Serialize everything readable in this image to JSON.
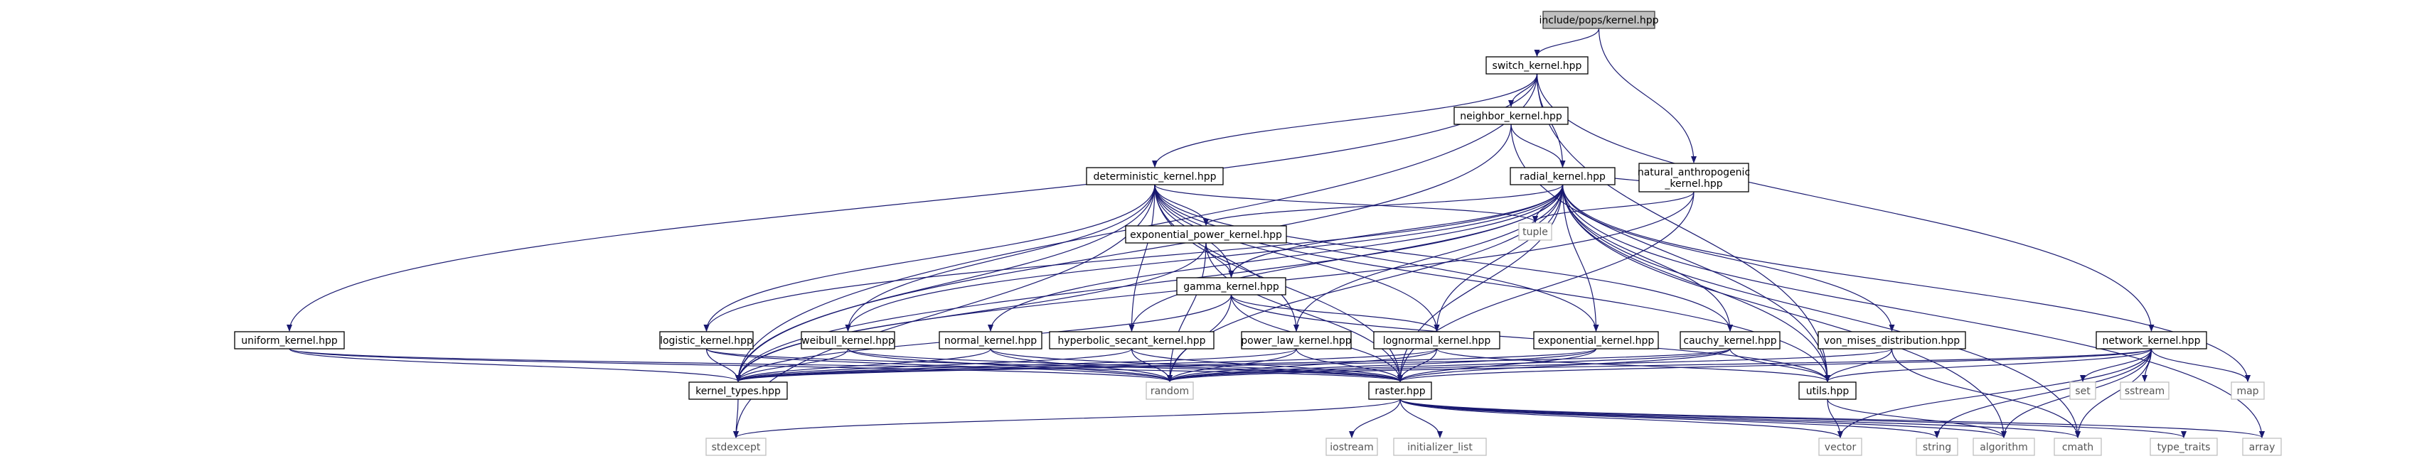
{
  "colors": {
    "edge": "#191970",
    "root_fill": "#bfbfbf",
    "node_border": "#000000",
    "system_header_border": "#bfbfbf"
  },
  "nodes": [
    {
      "id": "root",
      "label": "include/pops/kernel.hpp",
      "kind": "root"
    },
    {
      "id": "switch",
      "label": "switch_kernel.hpp",
      "kind": "local"
    },
    {
      "id": "neighbor",
      "label": "neighbor_kernel.hpp",
      "kind": "local"
    },
    {
      "id": "natural",
      "label": "natural_anthropogenic\n_kernel.hpp",
      "kind": "local"
    },
    {
      "id": "deterministic",
      "label": "deterministic_kernel.hpp",
      "kind": "local"
    },
    {
      "id": "radial",
      "label": "radial_kernel.hpp",
      "kind": "local"
    },
    {
      "id": "exppower",
      "label": "exponential_power_kernel.hpp",
      "kind": "local"
    },
    {
      "id": "gamma",
      "label": "gamma_kernel.hpp",
      "kind": "local"
    },
    {
      "id": "uniform",
      "label": "uniform_kernel.hpp",
      "kind": "local"
    },
    {
      "id": "logistic",
      "label": "logistic_kernel.hpp",
      "kind": "local"
    },
    {
      "id": "weibull",
      "label": "weibull_kernel.hpp",
      "kind": "local"
    },
    {
      "id": "normal",
      "label": "normal_kernel.hpp",
      "kind": "local"
    },
    {
      "id": "hypsec",
      "label": "hyperbolic_secant_kernel.hpp",
      "kind": "local"
    },
    {
      "id": "powerlaw",
      "label": "power_law_kernel.hpp",
      "kind": "local"
    },
    {
      "id": "lognormal",
      "label": "lognormal_kernel.hpp",
      "kind": "local"
    },
    {
      "id": "exponential",
      "label": "exponential_kernel.hpp",
      "kind": "local"
    },
    {
      "id": "cauchy",
      "label": "cauchy_kernel.hpp",
      "kind": "local"
    },
    {
      "id": "vonmises",
      "label": "von_mises_distribution.hpp",
      "kind": "local"
    },
    {
      "id": "network",
      "label": "network_kernel.hpp",
      "kind": "local"
    },
    {
      "id": "kerneltypes",
      "label": "kernel_types.hpp",
      "kind": "local"
    },
    {
      "id": "raster",
      "label": "raster.hpp",
      "kind": "local"
    },
    {
      "id": "utils",
      "label": "utils.hpp",
      "kind": "local"
    },
    {
      "id": "tuple",
      "label": "tuple",
      "kind": "system"
    },
    {
      "id": "random",
      "label": "random",
      "kind": "system"
    },
    {
      "id": "set",
      "label": "set",
      "kind": "system"
    },
    {
      "id": "sstream",
      "label": "sstream",
      "kind": "system"
    },
    {
      "id": "map",
      "label": "map",
      "kind": "system"
    },
    {
      "id": "stdexcept",
      "label": "stdexcept",
      "kind": "system"
    },
    {
      "id": "iostream",
      "label": "iostream",
      "kind": "system"
    },
    {
      "id": "initlist",
      "label": "initializer_list",
      "kind": "system"
    },
    {
      "id": "vector",
      "label": "vector",
      "kind": "system"
    },
    {
      "id": "string",
      "label": "string",
      "kind": "system"
    },
    {
      "id": "algorithm",
      "label": "algorithm",
      "kind": "system"
    },
    {
      "id": "cmath",
      "label": "cmath",
      "kind": "system"
    },
    {
      "id": "typetraits",
      "label": "type_traits",
      "kind": "system"
    },
    {
      "id": "array",
      "label": "array",
      "kind": "system"
    }
  ],
  "edges": [
    [
      "root",
      "switch"
    ],
    [
      "root",
      "natural"
    ],
    [
      "switch",
      "neighbor"
    ],
    [
      "switch",
      "radial"
    ],
    [
      "switch",
      "deterministic"
    ],
    [
      "switch",
      "uniform"
    ],
    [
      "switch",
      "kerneltypes"
    ],
    [
      "switch",
      "utils"
    ],
    [
      "switch",
      "network"
    ],
    [
      "neighbor",
      "radial"
    ],
    [
      "neighbor",
      "kerneltypes"
    ],
    [
      "neighbor",
      "utils"
    ],
    [
      "natural",
      "radial"
    ],
    [
      "natural",
      "tuple"
    ],
    [
      "natural",
      "kerneltypes"
    ],
    [
      "natural",
      "raster"
    ],
    [
      "deterministic",
      "exppower"
    ],
    [
      "deterministic",
      "gamma"
    ],
    [
      "deterministic",
      "logistic"
    ],
    [
      "deterministic",
      "weibull"
    ],
    [
      "deterministic",
      "hypsec"
    ],
    [
      "deterministic",
      "powerlaw"
    ],
    [
      "deterministic",
      "lognormal"
    ],
    [
      "deterministic",
      "exponential"
    ],
    [
      "deterministic",
      "cauchy"
    ],
    [
      "deterministic",
      "kerneltypes"
    ],
    [
      "deterministic",
      "raster"
    ],
    [
      "deterministic",
      "utils"
    ],
    [
      "deterministic",
      "tuple"
    ],
    [
      "deterministic",
      "stdexcept"
    ],
    [
      "radial",
      "exppower"
    ],
    [
      "radial",
      "gamma"
    ],
    [
      "radial",
      "logistic"
    ],
    [
      "radial",
      "weibull"
    ],
    [
      "radial",
      "normal"
    ],
    [
      "radial",
      "hypsec"
    ],
    [
      "radial",
      "powerlaw"
    ],
    [
      "radial",
      "lognormal"
    ],
    [
      "radial",
      "exponential"
    ],
    [
      "radial",
      "cauchy"
    ],
    [
      "radial",
      "vonmises"
    ],
    [
      "radial",
      "kerneltypes"
    ],
    [
      "radial",
      "raster"
    ],
    [
      "radial",
      "utils"
    ],
    [
      "radial",
      "tuple"
    ],
    [
      "radial",
      "random"
    ],
    [
      "radial",
      "map"
    ],
    [
      "radial",
      "cmath"
    ],
    [
      "radial",
      "array"
    ],
    [
      "radial",
      "algorithm"
    ],
    [
      "exppower",
      "gamma"
    ],
    [
      "exppower",
      "random"
    ],
    [
      "exppower",
      "kerneltypes"
    ],
    [
      "exppower",
      "raster"
    ],
    [
      "gamma",
      "lognormal"
    ],
    [
      "gamma",
      "random"
    ],
    [
      "gamma",
      "raster"
    ],
    [
      "gamma",
      "kerneltypes"
    ],
    [
      "uniform",
      "kerneltypes"
    ],
    [
      "uniform",
      "random"
    ],
    [
      "uniform",
      "raster"
    ],
    [
      "logistic",
      "kerneltypes"
    ],
    [
      "logistic",
      "random"
    ],
    [
      "logistic",
      "raster"
    ],
    [
      "weibull",
      "kerneltypes"
    ],
    [
      "weibull",
      "random"
    ],
    [
      "weibull",
      "raster"
    ],
    [
      "normal",
      "kerneltypes"
    ],
    [
      "normal",
      "random"
    ],
    [
      "normal",
      "raster"
    ],
    [
      "hypsec",
      "kerneltypes"
    ],
    [
      "hypsec",
      "random"
    ],
    [
      "hypsec",
      "raster"
    ],
    [
      "powerlaw",
      "kerneltypes"
    ],
    [
      "powerlaw",
      "random"
    ],
    [
      "powerlaw",
      "raster"
    ],
    [
      "lognormal",
      "kerneltypes"
    ],
    [
      "lognormal",
      "random"
    ],
    [
      "lognormal",
      "raster"
    ],
    [
      "exponential",
      "kerneltypes"
    ],
    [
      "exponential",
      "random"
    ],
    [
      "exponential",
      "raster"
    ],
    [
      "cauchy",
      "kerneltypes"
    ],
    [
      "cauchy",
      "random"
    ],
    [
      "cauchy",
      "raster"
    ],
    [
      "cauchy",
      "utils"
    ],
    [
      "vonmises",
      "random"
    ],
    [
      "vonmises",
      "utils"
    ],
    [
      "vonmises",
      "cmath"
    ],
    [
      "network",
      "random"
    ],
    [
      "network",
      "raster"
    ],
    [
      "network",
      "utils"
    ],
    [
      "network",
      "set"
    ],
    [
      "network",
      "sstream"
    ],
    [
      "network",
      "map"
    ],
    [
      "network",
      "cmath"
    ],
    [
      "network",
      "algorithm"
    ],
    [
      "network",
      "string"
    ],
    [
      "network",
      "vector"
    ],
    [
      "kerneltypes",
      "stdexcept"
    ],
    [
      "raster",
      "iostream"
    ],
    [
      "raster",
      "initlist"
    ],
    [
      "raster",
      "vector"
    ],
    [
      "raster",
      "string"
    ],
    [
      "raster",
      "algorithm"
    ],
    [
      "raster",
      "cmath"
    ],
    [
      "raster",
      "typetraits"
    ],
    [
      "raster",
      "array"
    ],
    [
      "raster",
      "stdexcept"
    ],
    [
      "utils",
      "vector"
    ],
    [
      "utils",
      "algorithm"
    ],
    [
      "lognormal",
      "utils"
    ],
    [
      "gamma",
      "utils"
    ]
  ]
}
